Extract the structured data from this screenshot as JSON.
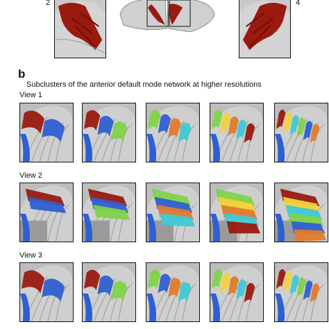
{
  "figure": {
    "top_row": {
      "left_number": "2",
      "right_number": "4"
    },
    "panel_b": {
      "letter": "b",
      "caption": "Subclusters of the anterior default mode network at higher resolutions",
      "views": [
        {
          "label": "View 1"
        },
        {
          "label": "View 2"
        },
        {
          "label": "View 3"
        }
      ]
    }
  },
  "colors": {
    "dmn_red": "#9a1a10",
    "blue": "#2f5fd0",
    "light_blue": "#4a8fe8",
    "green": "#7fd34a",
    "yellow": "#f2d23a",
    "orange": "#e37a2c",
    "cyan": "#3fc9d6",
    "brain_gray": "#cfcfcf"
  }
}
